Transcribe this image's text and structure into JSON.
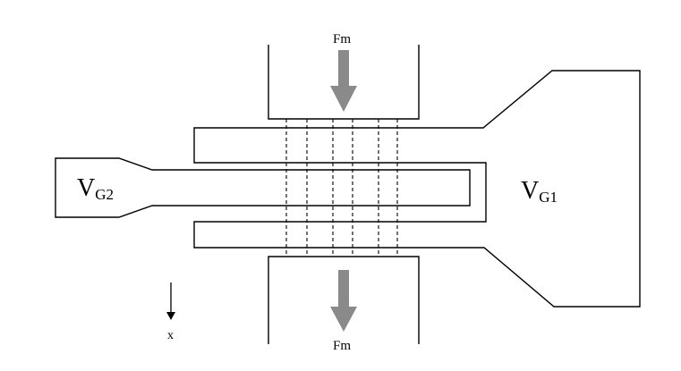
{
  "labels": {
    "force_top": "Fm",
    "force_bottom": "Fm",
    "gate2_main": "V",
    "gate2_sub": "G2",
    "gate1_main": "V",
    "gate1_sub": "G1",
    "axis": "x"
  },
  "colors": {
    "stroke": "#000000",
    "force_arrow": "#8a8a8a",
    "background": "#ffffff"
  }
}
